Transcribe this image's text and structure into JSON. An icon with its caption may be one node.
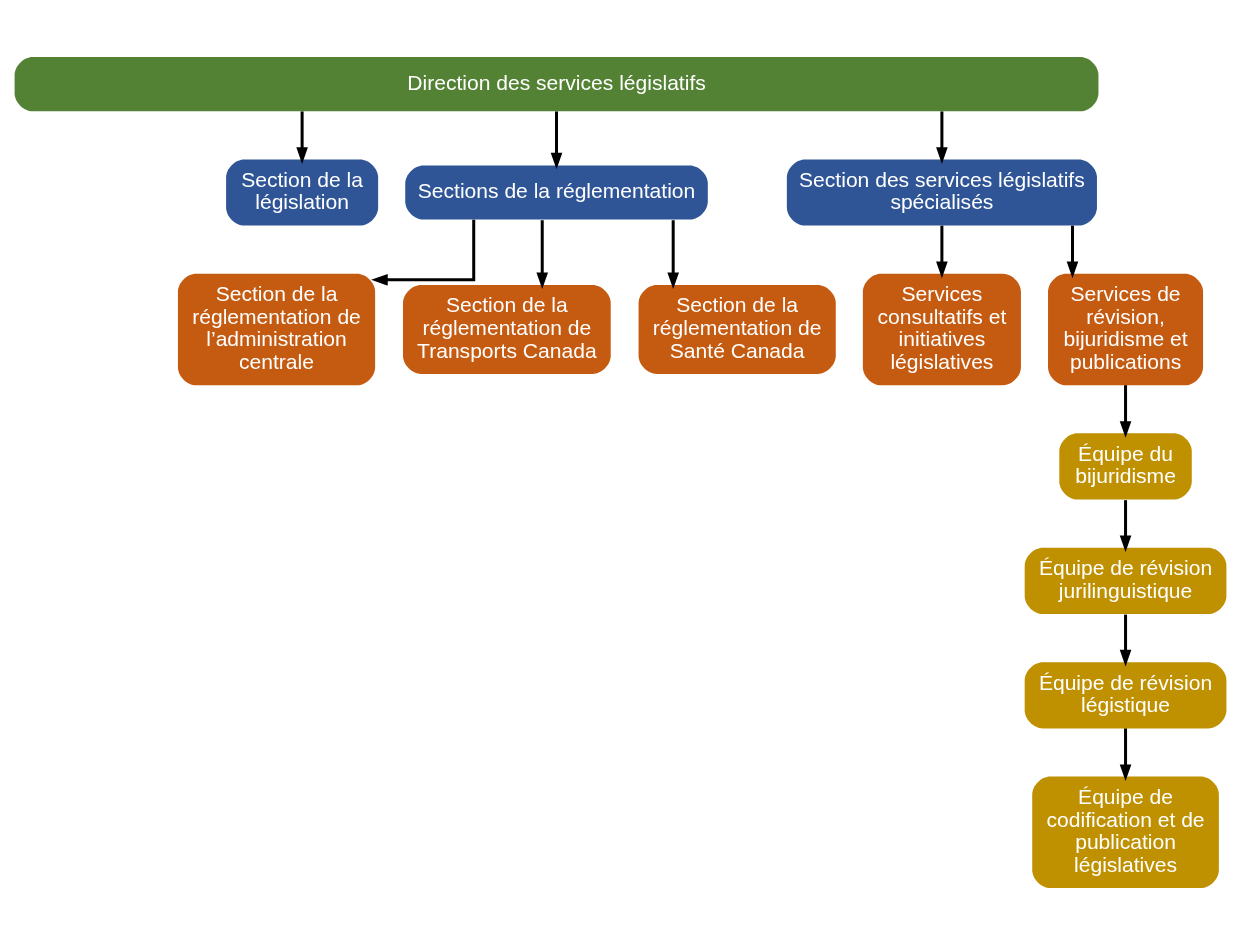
{
  "diagram": {
    "nodes": [
      {
        "text": [
          "Direction des services législatifs"
        ]
      },
      {
        "text": [
          "Section de la législation"
        ]
      },
      {
        "text": [
          "Sections de la réglementation"
        ]
      },
      {
        "text": [
          "Section des services législatifs spécialisés"
        ]
      },
      {
        "text": [
          "Section de la réglementation de l’administration centrale"
        ]
      },
      {
        "text": [
          "Section de la réglementation de Transports Canada"
        ]
      },
      {
        "text": [
          "Section de la réglementation de Santé Canada"
        ]
      },
      {
        "text": [
          "Services consultatifs et initiatives législatives"
        ]
      },
      {
        "text": [
          "Services de révision, bijuridisme et publications"
        ]
      },
      {
        "text": [
          "Équipe du bijuridisme"
        ]
      },
      {
        "text": [
          "Équipe de révision jurilinguistique"
        ]
      },
      {
        "text": [
          "Équipe de révision légistique"
        ]
      },
      {
        "text": [
          "Équipe de codification et de publication législatives"
        ]
      }
    ],
    "edges": [
      {
        "from": 0,
        "to": 1,
        "arrow": "to"
      },
      {
        "from": 0,
        "to": 2,
        "arrow": "to"
      },
      {
        "from": 0,
        "to": 3,
        "arrow": "to"
      },
      {
        "from": 2,
        "to": 4,
        "arrow": "to"
      },
      {
        "from": 2,
        "to": 5,
        "arrow": "to"
      },
      {
        "from": 2,
        "to": 6,
        "arrow": "to"
      },
      {
        "from": 3,
        "to": 7,
        "arrow": "to"
      },
      {
        "from": 3,
        "to": 8,
        "arrow": "to"
      },
      {
        "from": 8,
        "to": 9,
        "arrow": "to"
      },
      {
        "from": 9,
        "to": 10,
        "arrow": "to"
      },
      {
        "from": 10,
        "to": 11,
        "arrow": "to"
      },
      {
        "from": 11,
        "to": 12,
        "arrow": "to"
      }
    ]
  }
}
